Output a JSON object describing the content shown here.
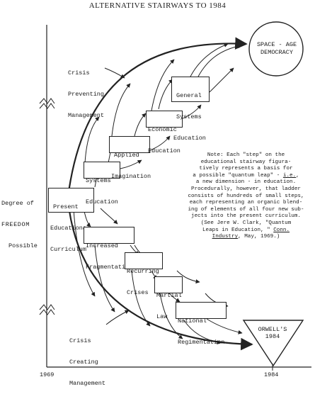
{
  "title": "ALTERNATIVE STAIRWAYS TO 1984",
  "y_axis": {
    "label_line1": "Degree of",
    "label_line2": "FREEDOM",
    "label_line3": "Possible"
  },
  "x_axis": {
    "start": "1969",
    "end": "1984"
  },
  "upper_curve_label": {
    "line1": "Crisis",
    "line2": "Preventing",
    "line3": "Management"
  },
  "lower_curve_label": {
    "line1": "Crisis",
    "line2": "Creating",
    "line3": "Management"
  },
  "start_box": {
    "line1": "Present",
    "line2": "Educational",
    "line3": "Curriculum"
  },
  "upper_steps": [
    {
      "line1": "Systems",
      "line2": "Education"
    },
    {
      "line1": "Applied",
      "line2": "Imagination"
    },
    {
      "line1": "Economic",
      "line2": "Education"
    },
    {
      "line1": "General",
      "line2": "Systems",
      "line3": "Education"
    }
  ],
  "lower_steps": [
    {
      "line1": "Increased",
      "line2": "Fragmentation"
    },
    {
      "line1": "Recurring",
      "line2": "Crises"
    },
    {
      "line1": "Martial",
      "line2": "Law"
    },
    {
      "line1": "National",
      "line2": "Regimentation"
    }
  ],
  "upper_goal": {
    "line1": "SPACE - AGE",
    "line2": "DEMOCRACY"
  },
  "lower_goal": {
    "line1": "ORWELL'S",
    "line2": "1984"
  },
  "note": {
    "l1": "Note: Each \"step\" on the",
    "l2": "educational stairway figura-",
    "l3": "tively represents a basis for",
    "l4a": "a possible \"quantum leap\" - ",
    "l4b": "i.e.",
    "l4c": ",",
    "l5": "a new dimension - in education.",
    "l6": "Procedurally, however, that ladder",
    "l7": "consists of hundreds of small steps,",
    "l8": "each representing an organic blend-",
    "l9": "ing of elements of all four new sub-",
    "l10": "jects into the present curriculum.",
    "l11": "(See Jere W. Clark, \"Quantum",
    "l12a": "Leaps in Education, \" ",
    "l12b": "Conn.",
    "l13a": "Industry",
    "l13b": ", May, 1969.)"
  }
}
